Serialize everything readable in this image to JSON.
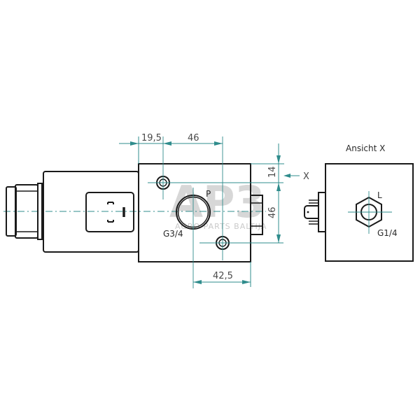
{
  "drawing": {
    "type": "technical-drawing",
    "subject": "solenoid valve",
    "line_color": "#1a1a1a",
    "dimension_color": "#2f8c8c"
  },
  "dimensions": {
    "offset_left": "19,5",
    "hole_spacing_top": "46",
    "offset_top": "14",
    "height": "46",
    "port_offset_bottom": "42,5"
  },
  "labels": {
    "view_arrow": "X",
    "port_p": "P",
    "port_p_thread": "G3/4",
    "view_title": "Ansicht X",
    "port_l": "L",
    "port_l_thread": "G1/4"
  },
  "watermark": {
    "logo": "AP3",
    "text": "AGRO PARTS BALTIJA"
  }
}
